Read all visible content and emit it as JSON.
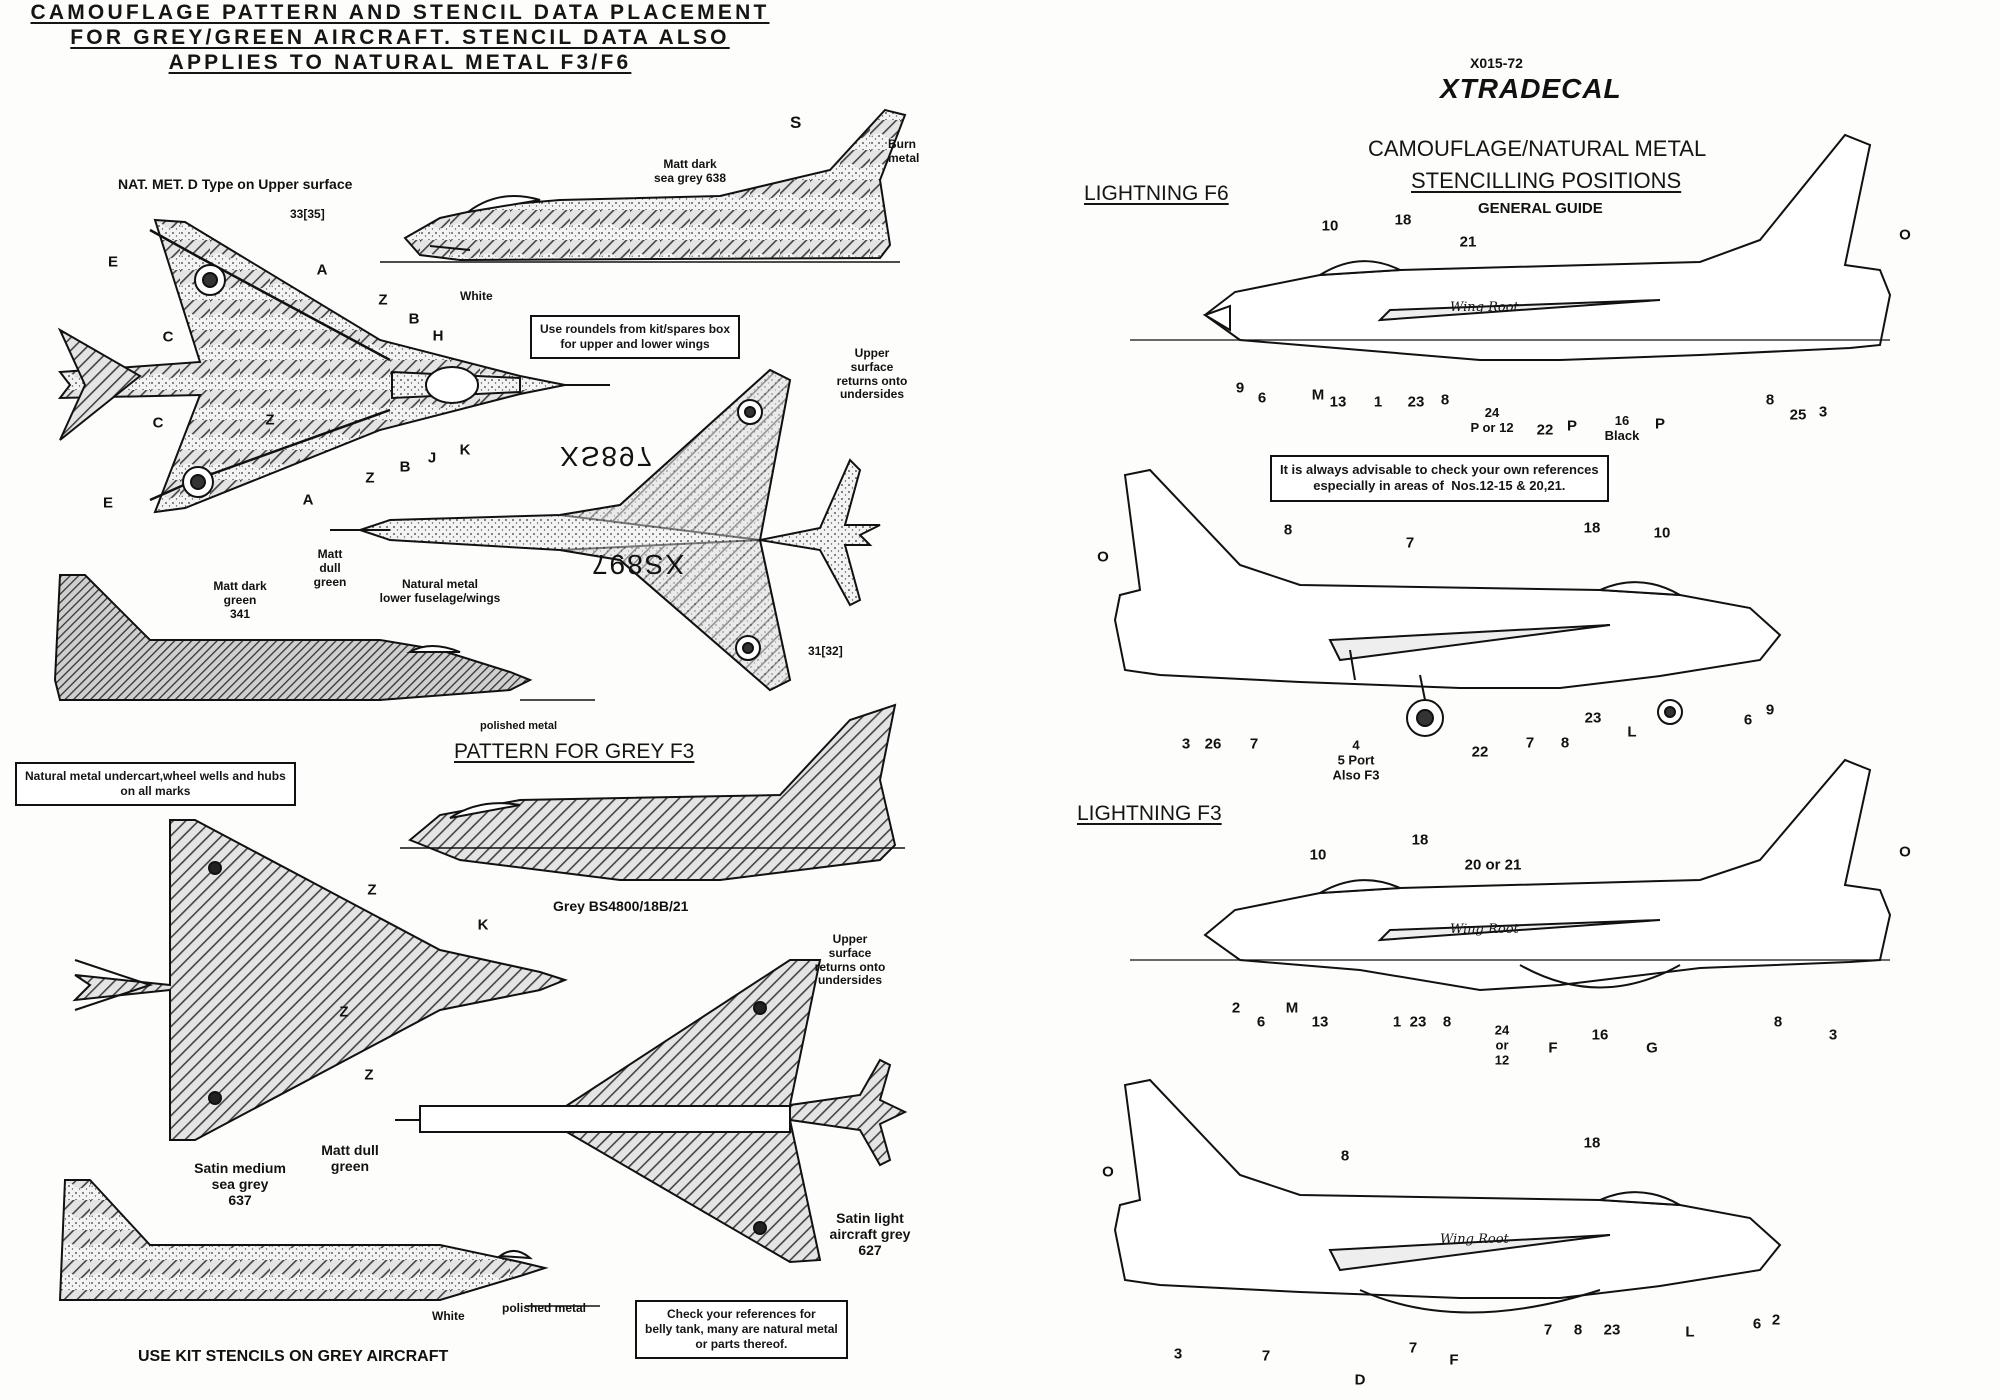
{
  "left_sheet": {
    "title_lines": [
      "CAMOUFLAGE PATTERN AND STENCIL DATA PLACEMENT",
      "FOR GREY/GREEN AIRCRAFT. STENCIL DATA ALSO",
      "APPLIES TO NATURAL METAL F3/F6"
    ],
    "title_marker": "S",
    "nat_met_note": "NAT. MET. D Type on Upper surface",
    "serial_top": "33[35]",
    "serial_bottom": "31[32]",
    "burn_metal": "Burn\nmetal",
    "matt_dark_sea_grey": "Matt dark\nsea grey 638",
    "white": "White",
    "roundels_note": "Use roundels from kit/spares box\nfor upper and lower wings",
    "upper_returns_1": "Upper\nsurface\nreturns onto\nundersides",
    "matt_dull_green_1": "Matt\ndull\ngreen",
    "natural_metal_lower": "Natural metal\nlower fuselage/wings",
    "serial_text": "XS897",
    "matt_dark_green": "Matt dark\ngreen\n341",
    "polished_metal": "polished metal",
    "undercart_note": "Natural metal undercart,wheel wells and hubs\non all marks",
    "pattern_grey_f3": "PATTERN FOR GREY F3",
    "grey_bs": "Grey BS4800/18B/21",
    "upper_returns_2": "Upper\nsurface\nreturns onto\nundersides",
    "matt_dull_green_2": "Matt dull\ngreen",
    "satin_medium": "Satin medium\nsea grey\n637",
    "satin_light": "Satin light\naircraft grey\n627",
    "white_2": "White",
    "polished_metal_2": "polished metal",
    "belly_note": "Check your references for\nbelly tank, many are natural metal\nor parts thereof.",
    "kit_stencils": "USE KIT STENCILS ON GREY AIRCRAFT",
    "plan_top_letters": [
      "E",
      "A",
      "Z",
      "C",
      "B",
      "H",
      "C",
      "Z",
      "B",
      "J",
      "K",
      "E",
      "A",
      "Z"
    ],
    "plan_bottom_letters": [
      "Z",
      "K",
      "Z",
      "Z"
    ]
  },
  "right_sheet": {
    "logo_code": "X015-72",
    "logo_name": "XTRADECAL",
    "heading_1": "CAMOUFLAGE/NATURAL METAL",
    "heading_2": "STENCILLING POSITIONS",
    "heading_3": "GENERAL GUIDE",
    "f6_title": "LIGHTNING F6",
    "f3_title": "LIGHTNING F3",
    "advice": "It is always advisable to check your own references\nespecially in areas of  Nos.12-15 & 20,21.",
    "wing_root": "Wing Root",
    "f6_top_numbers": [
      "10",
      "18",
      "21",
      "O",
      "9",
      "6",
      "M",
      "13",
      "1",
      "23",
      "8",
      "24\nP or 12",
      "22",
      "P",
      "16\nBlack",
      "P",
      "8",
      "25",
      "3"
    ],
    "f6_side_numbers": [
      "O",
      "8",
      "7",
      "18",
      "10",
      "3",
      "26",
      "7",
      "4\n5 Port\nAlso F3",
      "22",
      "7",
      "8",
      "23",
      "L",
      "6",
      "9"
    ],
    "f3_top_numbers": [
      "10",
      "18",
      "20 or 21",
      "O",
      "2",
      "6",
      "M",
      "13",
      "1",
      "23",
      "8",
      "24\nor\n12",
      "F",
      "16",
      "G",
      "8",
      "3"
    ],
    "f3_side_numbers": [
      "O",
      "8",
      "18",
      "3",
      "7",
      "D",
      "7",
      "F",
      "7",
      "8",
      "23",
      "L",
      "6",
      "2"
    ]
  },
  "colors": {
    "ink": "#151515",
    "paper": "#fdfdfb",
    "hatch_grey": "#5a5a5a"
  }
}
